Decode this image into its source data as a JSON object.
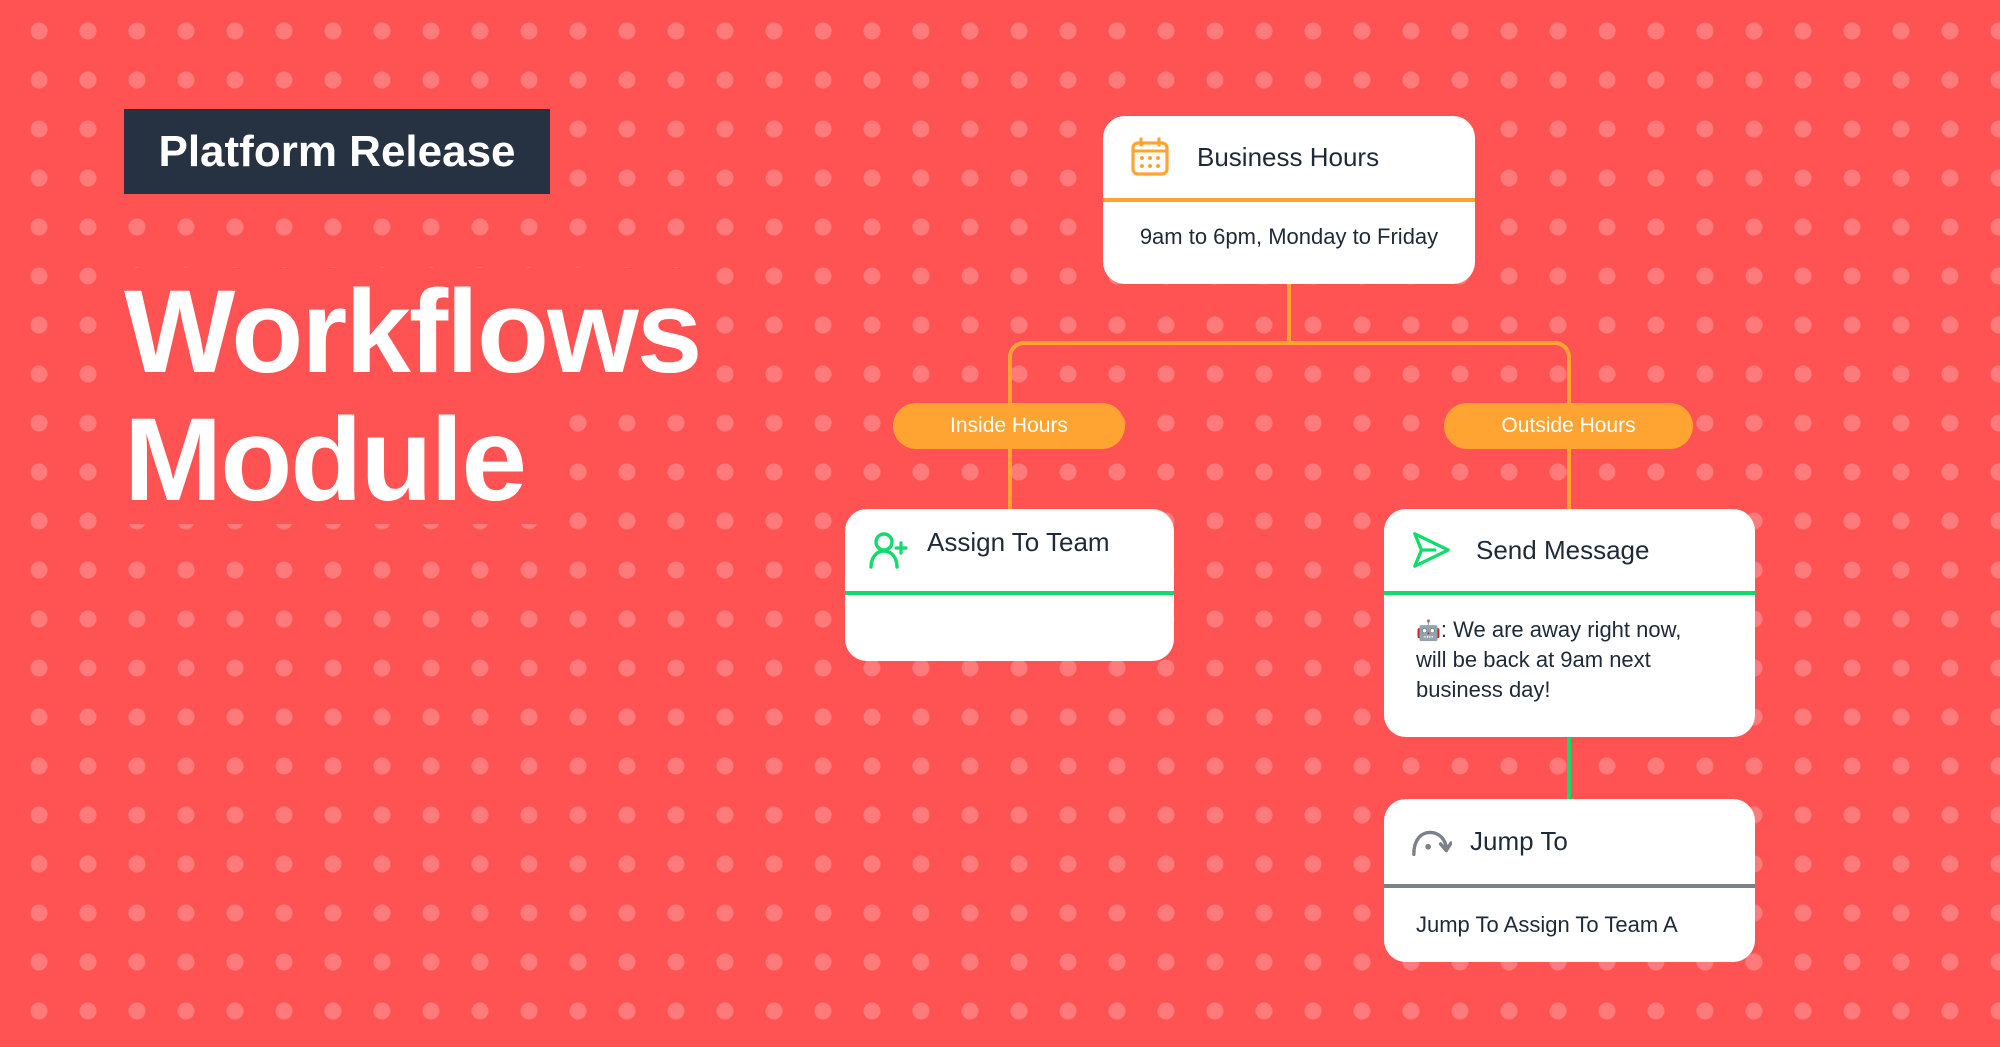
{
  "hero": {
    "badge": "Platform Release",
    "title_line_1": "Workflows",
    "title_line_2": "Module"
  },
  "colors": {
    "background": "#FF5252",
    "dot": "#FF7B7B",
    "badge": "#263241",
    "orange_accent": "#FFA432",
    "green_accent": "#12DB6B",
    "gray_accent": "#7B8189",
    "card_text": "#1F2A38"
  },
  "workflow": {
    "business_hours": {
      "icon": "calendar-icon",
      "title": "Business Hours",
      "body": "9am to 6pm, Monday to Friday"
    },
    "branches": {
      "inside": "Inside Hours",
      "outside": "Outside Hours"
    },
    "assign_to_team": {
      "icon": "user-plus-icon",
      "title": "Assign To Team",
      "body": ""
    },
    "send_message": {
      "icon": "send-icon",
      "title": "Send Message",
      "emoji": "🤖",
      "body": ": We are away right now, will be back at 9am next business day!"
    },
    "jump_to": {
      "icon": "jump-icon",
      "title": "Jump To",
      "body": "Jump To Assign To Team A"
    }
  }
}
